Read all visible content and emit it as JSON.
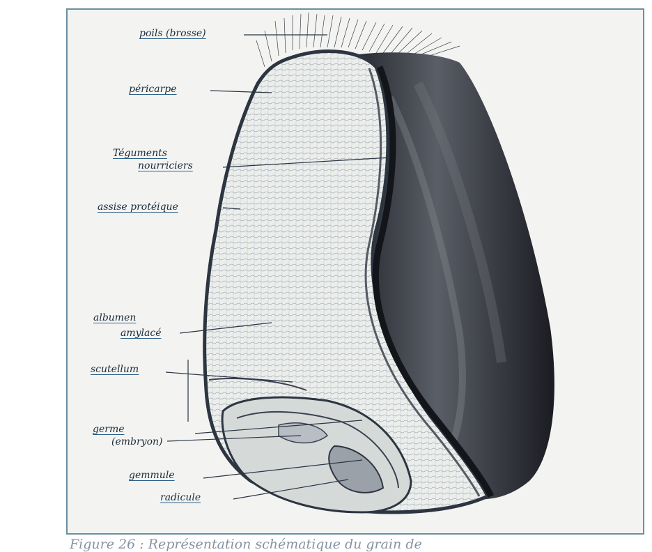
{
  "figure": {
    "labels": {
      "poils": "poils (brosse)",
      "pericarpe": "péricarpe",
      "teguments_1": "Téguments",
      "teguments_2": "nourriciers",
      "assise": "assise protéique",
      "albumen_1": "albumen",
      "albumen_2": "amylacé",
      "scutellum": "scutellum",
      "germe_1": "germe",
      "germe_2": "(embryon)",
      "gemmule": "gemmule",
      "radicule": "radicule"
    },
    "caption": "Figure 26 : Représentation schématique du grain de"
  },
  "colors": {
    "frame": "#6a8fa0",
    "ink": "#1b2b3b",
    "dark_tissue": "#2b2d33",
    "albumen": "#e9ece9",
    "underline": "#2c5f87"
  }
}
